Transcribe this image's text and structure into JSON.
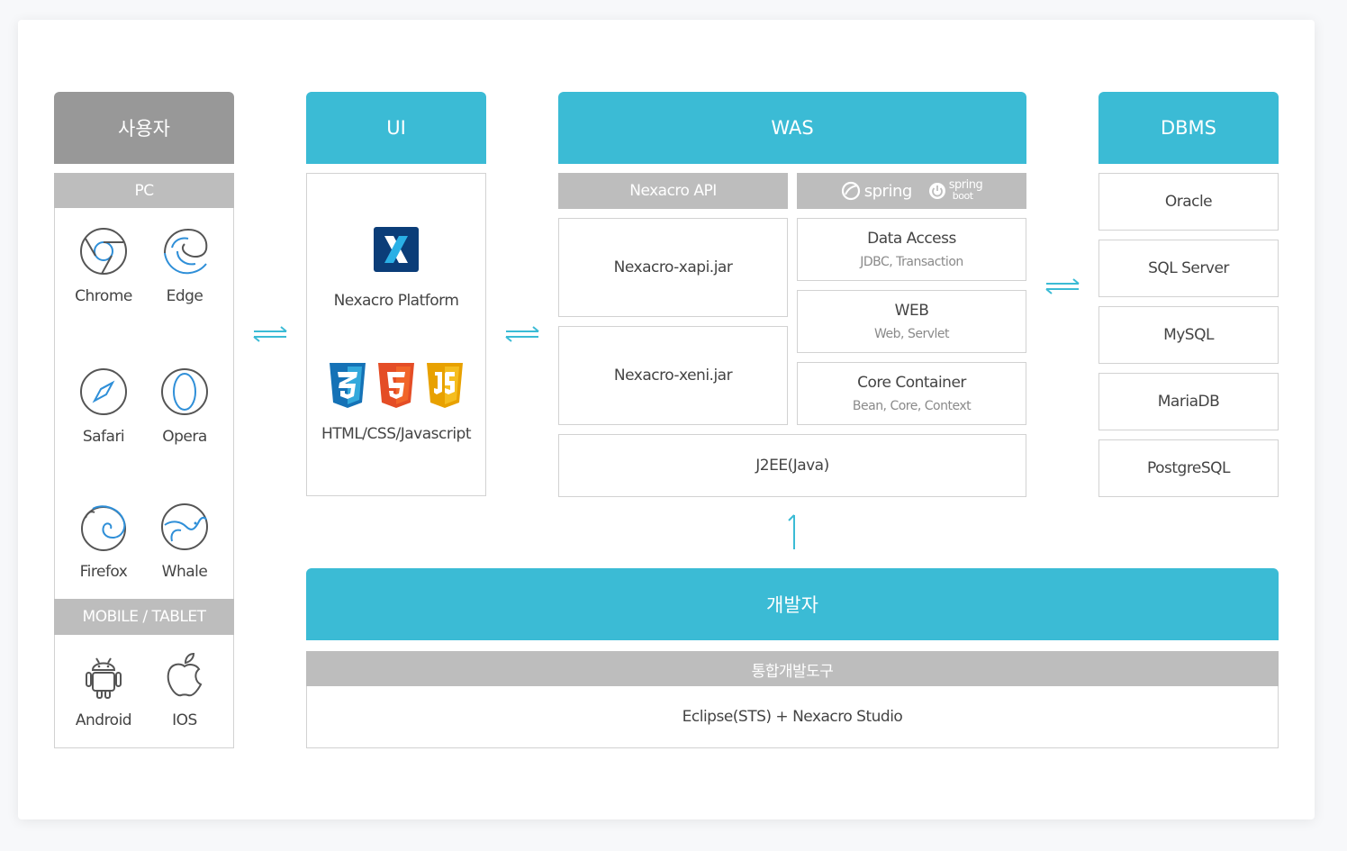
{
  "user": {
    "title": "사용자",
    "pc_label": "PC",
    "browsers": [
      {
        "name": "Chrome",
        "icon": "chrome-icon"
      },
      {
        "name": "Edge",
        "icon": "edge-icon"
      },
      {
        "name": "Safari",
        "icon": "safari-icon"
      },
      {
        "name": "Opera",
        "icon": "opera-icon"
      },
      {
        "name": "Firefox",
        "icon": "firefox-icon"
      },
      {
        "name": "Whale",
        "icon": "whale-icon"
      }
    ],
    "mobile_label": "MOBILE / TABLET",
    "mobile": [
      {
        "name": "Android",
        "icon": "android-icon"
      },
      {
        "name": "IOS",
        "icon": "apple-icon"
      }
    ]
  },
  "ui": {
    "title": "UI",
    "platform_label": "Nexacro Platform",
    "web_label": "HTML/CSS/Javascript",
    "icons": [
      "nexacro-logo",
      "css3-icon",
      "html5-icon",
      "js-icon"
    ]
  },
  "was": {
    "title": "WAS",
    "api_label": "Nexacro API",
    "spring_label": "spring",
    "spring_boot_label_1": "spring",
    "spring_boot_label_2": "boot",
    "xapi": "Nexacro-xapi.jar",
    "xeni": "Nexacro-xeni.jar",
    "data_access": {
      "title": "Data Access",
      "sub": "JDBC, Transaction"
    },
    "web": {
      "title": "WEB",
      "sub": "Web, Servlet"
    },
    "core": {
      "title": "Core Container",
      "sub": "Bean, Core, Context"
    },
    "j2ee": "J2EE(Java)"
  },
  "dbms": {
    "title": "DBMS",
    "items": [
      "Oracle",
      "SQL Server",
      "MySQL",
      "MariaDB",
      "PostgreSQL"
    ]
  },
  "dev": {
    "title": "개발자",
    "tool_label": "통합개발도구",
    "tool_value": "Eclipse(STS) + Nexacro Studio"
  },
  "colors": {
    "accent": "#3bbbd5",
    "gray_header": "#989898",
    "sub_header": "#bdbdbd",
    "border": "#d2d2d2",
    "icon_stroke": "#555555",
    "icon_blue": "#2f8fd8"
  }
}
